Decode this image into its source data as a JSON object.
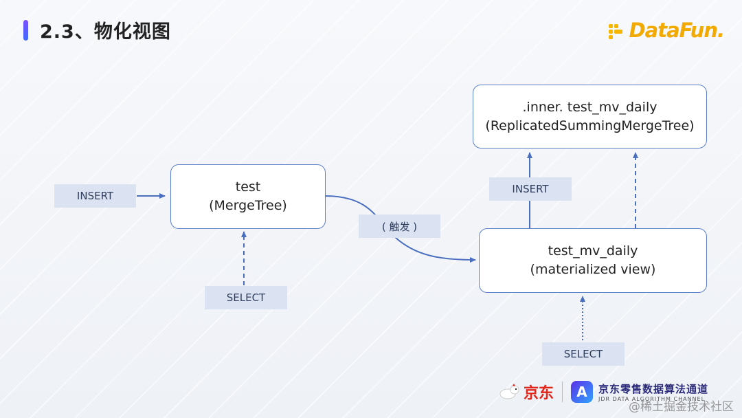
{
  "header": {
    "title": "2.3、物化视图",
    "logo_text": "DataFun."
  },
  "colors": {
    "accent": "#5b7fc7",
    "node_border": "#5b7fc7",
    "tag_bg": "#dbe3f3",
    "arrow": "#4a6fbf",
    "logo": "#f2a900",
    "jd_red": "#e1251b"
  },
  "diagram": {
    "nodes": {
      "test": {
        "line1": "test",
        "line2": "(MergeTree)"
      },
      "inner": {
        "line1": ".inner. test_mv_daily",
        "line2": "(ReplicatedSummingMergeTree)"
      },
      "mv": {
        "line1": "test_mv_daily",
        "line2": "(materialized view)"
      }
    },
    "tags": {
      "insert_left": "INSERT",
      "select_left": "SELECT",
      "trigger": "( 触发 )",
      "insert_right": "INSERT",
      "select_right": "SELECT"
    }
  },
  "footer": {
    "jd_text": "京东",
    "brand_cn": "京东零售数据算法通道",
    "brand_en": "JDR DATA ALGORITHM CHANNEL",
    "brand_badge": "A",
    "watermark": "@稀土掘金技术社区"
  }
}
